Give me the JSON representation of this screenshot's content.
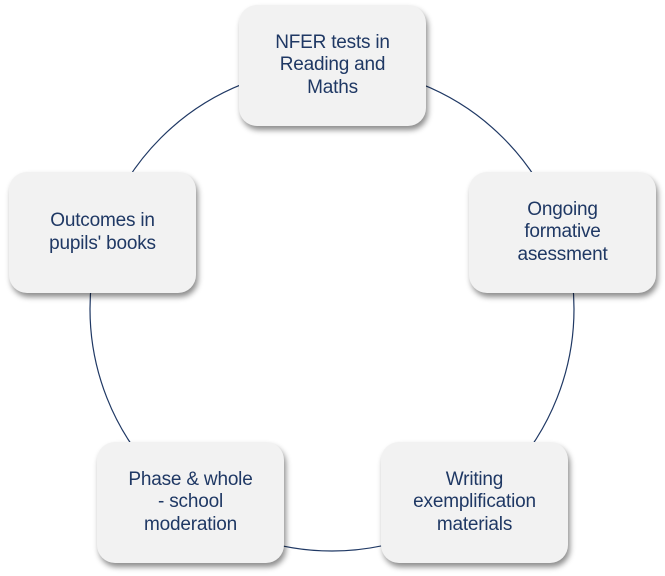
{
  "diagram": {
    "type": "cycle",
    "line_color": "#1f3864",
    "node_fill": "#f2f2f2",
    "text_color": "#1f3864",
    "nodes": [
      {
        "label": "NFER tests in\nReading and\nMaths"
      },
      {
        "label": "Ongoing\nformative\nasessment"
      },
      {
        "label": "Writing\nexemplification\nmaterials"
      },
      {
        "label": "Phase & whole\n- school\nmoderation"
      },
      {
        "label": "Outcomes in\npupils' books"
      }
    ]
  }
}
